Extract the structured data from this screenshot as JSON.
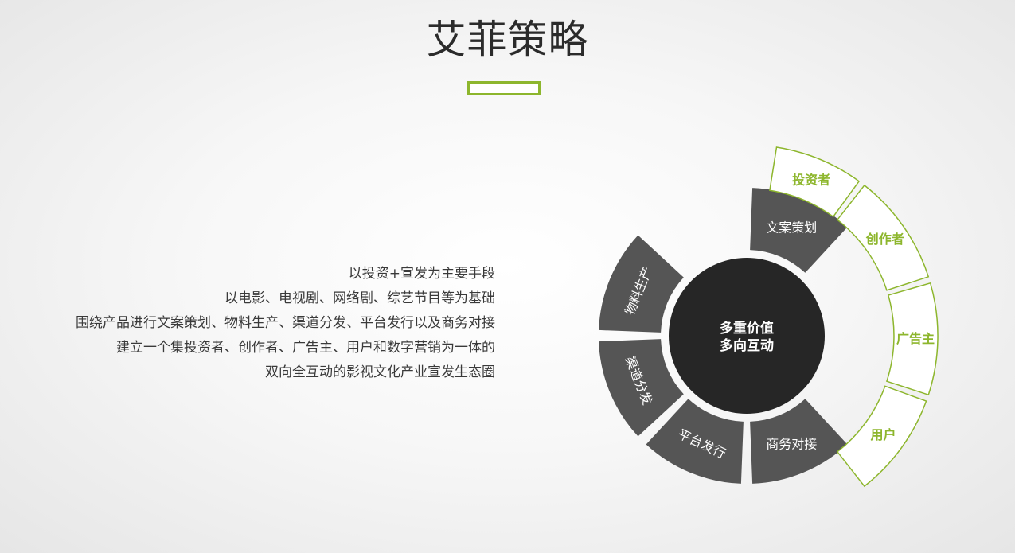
{
  "title": "艾菲策略",
  "description": [
    "以投资+宣发为主要手段",
    "以电影、电视剧、网络剧、综艺节目等为基础",
    "围绕产品进行文案策划、物料生产、渠道分发、平台发行以及商务对接",
    "建立一个集投资者、创作者、广告主、用户和数字营销为一体的",
    "双向全互动的影视文化产业宣发生态圈"
  ],
  "center": {
    "line1": "多重价值",
    "line2": "多向互动"
  },
  "inner_segments": [
    "文案策划",
    "物料生产",
    "渠道分发",
    "平台发行",
    "商务对接"
  ],
  "outer_segments": [
    "投资者",
    "创作者",
    "广告主",
    "用户"
  ],
  "colors": {
    "accent_green": "#8db62d",
    "segment_gray": "#555555",
    "center_dark": "#262626"
  }
}
